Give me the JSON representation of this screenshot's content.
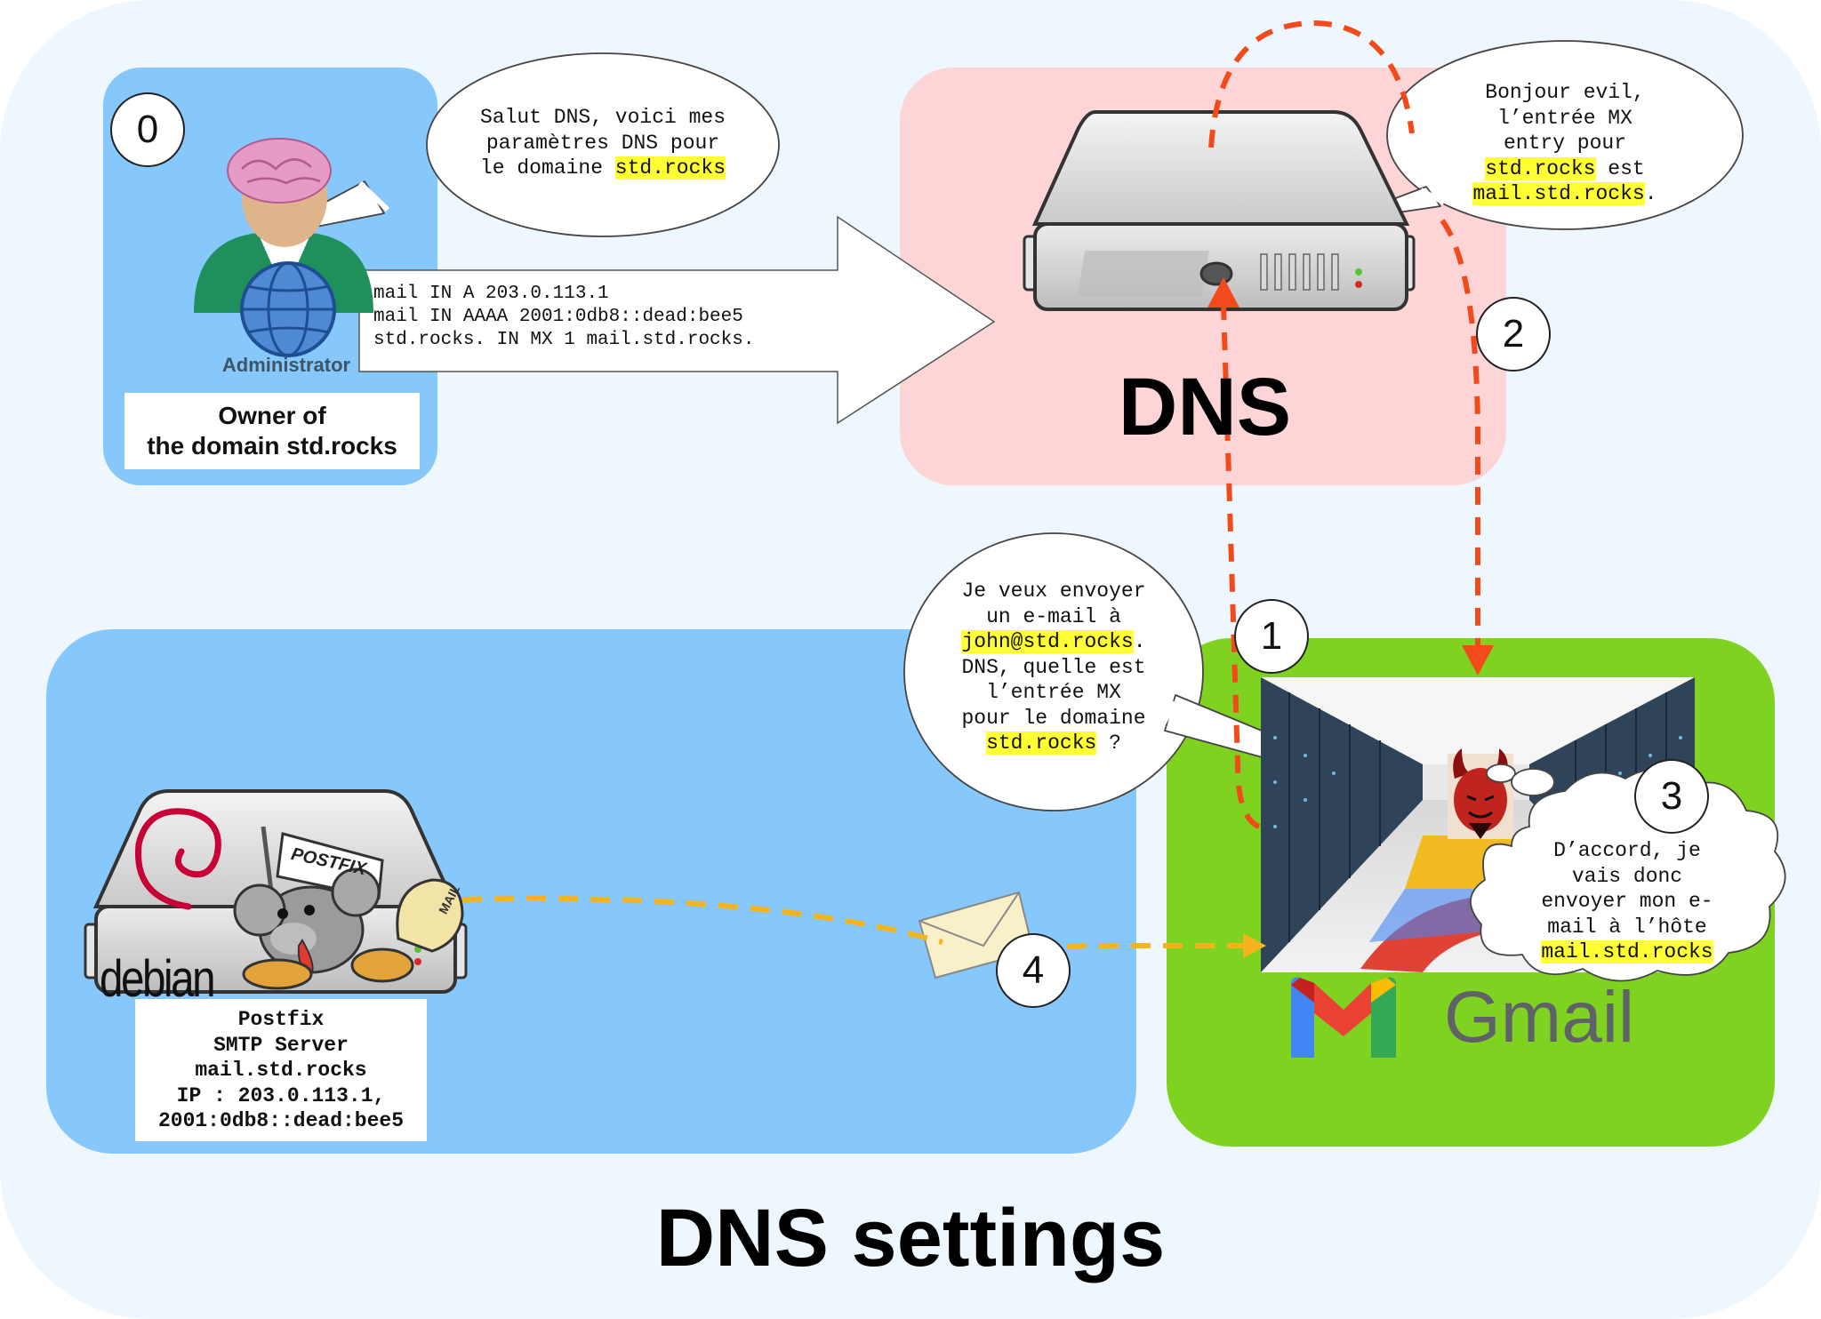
{
  "title": "DNS settings",
  "colors": {
    "outer_background": "#eef6fe",
    "admin_panel": "#86c8fb",
    "dns_panel": "#fdd5d7",
    "smtp_panel": "#86c8fb",
    "gmail_panel": "#80d220",
    "arrow_red": "#f24a1b",
    "arrow_orange": "#f5b31c",
    "highlight": "#ffff33"
  },
  "steps": {
    "s0": "0",
    "s1": "1",
    "s2": "2",
    "s3": "3",
    "s4": "4"
  },
  "admin": {
    "icon_label": "Administrator",
    "owner_line1": "Owner of",
    "owner_line2": "the domain std.rocks",
    "speech": {
      "line1": "Salut DNS, voici mes",
      "line2": "paramètres DNS pour",
      "line3_prefix": "le domaine ",
      "line3_hl": "std.rocks"
    }
  },
  "records": {
    "line1": "mail IN A 203.0.113.1",
    "line2": "mail IN AAAA 2001:0db8::dead:bee5",
    "line3": "std.rocks. IN MX 1 mail.std.rocks."
  },
  "dns": {
    "label": "DNS",
    "reply": {
      "line1": "Bonjour evil,",
      "line2": "l’entrée MX",
      "line3": "entry pour",
      "line4_hl": "std.rocks",
      "line4_suffix": " est",
      "line5_hl": "mail.std.rocks",
      "line5_suffix": "."
    }
  },
  "query": {
    "line1": "Je veux envoyer",
    "line2_prefix": "un e-mail à",
    "line3_hl": "john@std.rocks",
    "line3_suffix": ".",
    "line4": "DNS, quelle est",
    "line5": "l’entrée MX",
    "line6": "pour le domaine",
    "line7_hl": "std.rocks",
    "line7_suffix": " ?"
  },
  "thought": {
    "line1": "D’accord, je",
    "line2": "vais donc",
    "line3": "envoyer mon e-",
    "line4": "mail à l’hôte",
    "line5_hl": "mail.std.rocks"
  },
  "smtp": {
    "flag_text": "POSTFIX",
    "cap_text": "MAIL",
    "distro_text": "debian",
    "line1": "Postfix",
    "line2": "SMTP Server",
    "line3": "mail.std.rocks",
    "line4": "IP : 203.0.113.1,",
    "line5": "2001:0db8::dead:bee5"
  },
  "gmail": {
    "wordmark": "Gmail"
  }
}
